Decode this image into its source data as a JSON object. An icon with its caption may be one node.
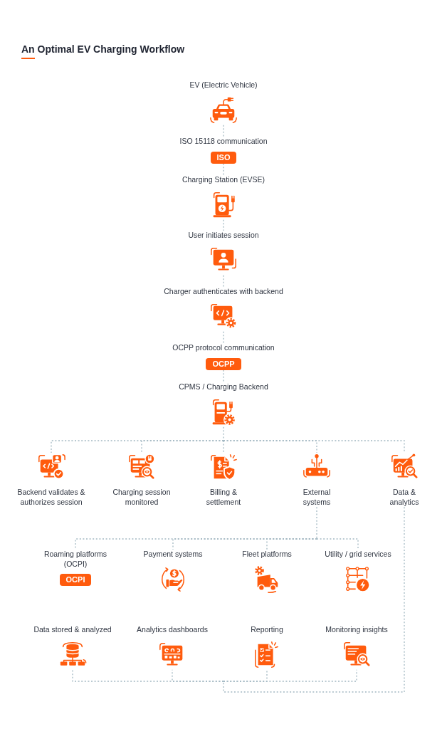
{
  "diagram": {
    "title": "An Optimal EV Charging Workflow",
    "nodes": [
      {
        "text": [
          "EV (Electric Vehicle)"
        ]
      },
      {
        "text": [
          "ISO 15118 communication",
          "ISO"
        ]
      },
      {
        "text": [
          "Charging Station (EVSE)"
        ]
      },
      {
        "text": [
          "User initiates session"
        ]
      },
      {
        "text": [
          "Charger authenticates with backend"
        ]
      },
      {
        "text": [
          "OCPP protocol communication",
          "OCPP"
        ]
      },
      {
        "text": [
          "CPMS / Charging Backend"
        ]
      },
      {
        "text": [
          "Backend validates & authorizes session"
        ]
      },
      {
        "text": [
          "Charging session monitored"
        ]
      },
      {
        "text": [
          "Billing & settlement"
        ]
      },
      {
        "text": [
          "External systems"
        ]
      },
      {
        "text": [
          "Data & analytics"
        ]
      },
      {
        "text": [
          "Roaming platforms (OCPI)",
          "OCPI"
        ]
      },
      {
        "text": [
          "Payment systems"
        ]
      },
      {
        "text": [
          "Fleet platforms"
        ]
      },
      {
        "text": [
          "Utility / grid services"
        ]
      },
      {
        "text": [
          "Data stored & analyzed"
        ]
      },
      {
        "text": [
          "Analytics dashboards"
        ]
      },
      {
        "text": [
          "Reporting"
        ]
      },
      {
        "text": [
          "Monitoring insights"
        ]
      }
    ],
    "edges": [
      {
        "from": 0,
        "to": 1,
        "arrow": "none"
      },
      {
        "from": 1,
        "to": 2,
        "arrow": "none"
      },
      {
        "from": 2,
        "to": 3,
        "arrow": "none"
      },
      {
        "from": 3,
        "to": 4,
        "arrow": "none"
      },
      {
        "from": 4,
        "to": 5,
        "arrow": "none"
      },
      {
        "from": 5,
        "to": 6,
        "arrow": "none"
      },
      {
        "from": 6,
        "to": 7,
        "arrow": "none"
      },
      {
        "from": 6,
        "to": 8,
        "arrow": "none"
      },
      {
        "from": 6,
        "to": 9,
        "arrow": "none"
      },
      {
        "from": 6,
        "to": 10,
        "arrow": "none"
      },
      {
        "from": 6,
        "to": 11,
        "arrow": "none"
      },
      {
        "from": 10,
        "to": 12,
        "arrow": "none"
      },
      {
        "from": 10,
        "to": 13,
        "arrow": "none"
      },
      {
        "from": 10,
        "to": 14,
        "arrow": "none"
      },
      {
        "from": 10,
        "to": 15,
        "arrow": "none"
      },
      {
        "from": 11,
        "to": 16,
        "arrow": "none"
      },
      {
        "from": 11,
        "to": 17,
        "arrow": "none"
      },
      {
        "from": 11,
        "to": 18,
        "arrow": "none"
      },
      {
        "from": 11,
        "to": 19,
        "arrow": "none"
      }
    ]
  }
}
